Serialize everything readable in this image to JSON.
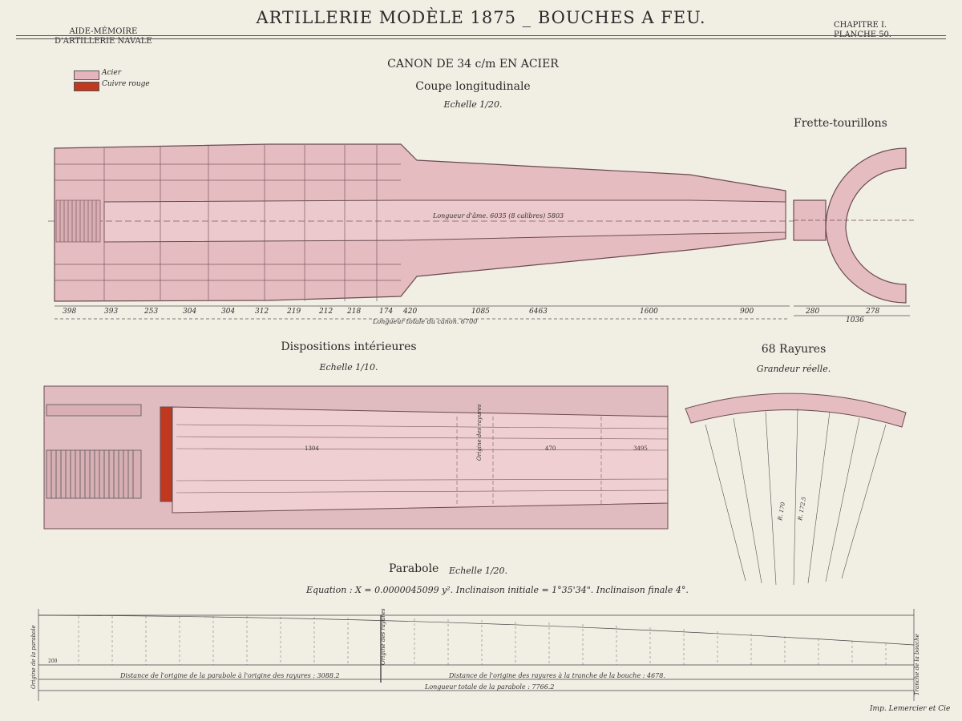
{
  "header": {
    "title": "ARTILLERIE MODÈLE 1875 _ BOUCHES A FEU.",
    "left_line1": "AIDE-MÉMOIRE",
    "left_line2": "D'ARTILLERIE NAVALE",
    "right_line1": "CHAPITRE I.",
    "right_line2": "PLANCHE 50."
  },
  "legend": {
    "items": [
      {
        "label": "Acier",
        "color": "#e6b4bd"
      },
      {
        "label": "Cuivre rouge",
        "color": "#c0391f"
      }
    ]
  },
  "main_section": {
    "title": "CANON DE 34 c/m EN ACIER",
    "subtitle": "Coupe longitudinale",
    "scale": "Echelle 1/20.",
    "bore_label": "Longueur d'âme. 6035 (8 calibres) 5803",
    "total_length": "Longueur totale du canon. 6700",
    "dims_bottom": [
      "398",
      "393",
      "253",
      "304",
      "304",
      "312",
      "219",
      "212",
      "218",
      "174",
      "420",
      "1085",
      "6463",
      "1600",
      "900"
    ]
  },
  "frette": {
    "title": "Frette-tourillons",
    "dims": [
      "280",
      "278",
      "1036"
    ]
  },
  "interior": {
    "title": "Dispositions intérieures",
    "scale": "Echelle 1/10.",
    "dims": [
      "1304",
      "470",
      "3495"
    ],
    "origin_label": "Origine des rayures"
  },
  "rifling": {
    "title": "68 Rayures",
    "scale": "Grandeur réelle.",
    "radius_labels": [
      "R. 170",
      "R. 172.5"
    ]
  },
  "parabola": {
    "title": "Parabole",
    "scale": "Echelle 1/20.",
    "equation": "Equation : X = 0.0000045099 y². Inclinaison initiale = 1°35'34\". Inclinaison finale 4°.",
    "dist_label_1": "Distance de l'origine de la parabole à l'origine des rayures : 3088.2",
    "dist_label_2": "Distance de l'origine des rayures à la tranche de la bouche : 4678.",
    "total_label": "Longueur totale de la parabole : 7766.2",
    "origin_label": "Origine de la parabole",
    "rayures_label": "Origine des rayures",
    "segment_label": "200",
    "mouth_label": "Tranche de la bouche"
  },
  "printer": "Imp. Lemercier et Cie"
}
